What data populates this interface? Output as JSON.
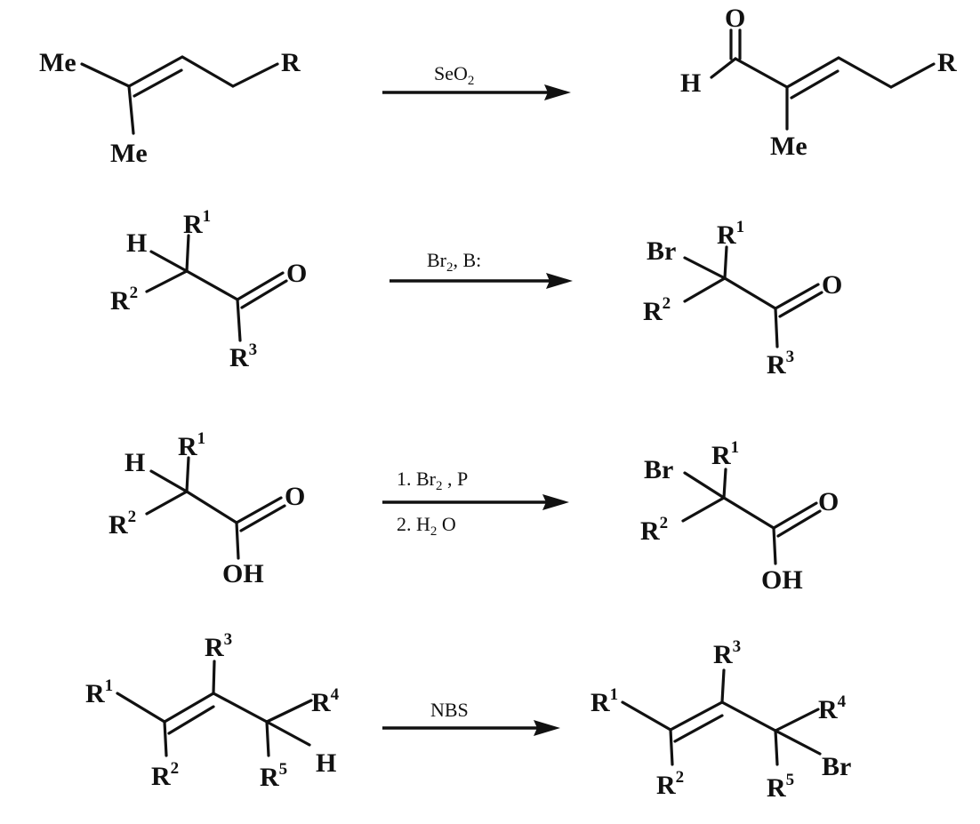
{
  "reactions": [
    {
      "reagent": "SeO",
      "reagent_sub": "2",
      "reactant": {
        "me_top": "Me",
        "me_bottom": "Me",
        "r": "R"
      },
      "product": {
        "o": "O",
        "h": "H",
        "me": "Me",
        "r": "R"
      }
    },
    {
      "reagent_part1": "Br",
      "reagent_sub": "2",
      "reagent_part2": ",  B:",
      "reactant": {
        "h": "H",
        "r": "R",
        "o": "O"
      },
      "product": {
        "br": "Br",
        "r": "R",
        "o": "O"
      }
    },
    {
      "step1": "1. Br",
      "step1_sub": "2",
      "step1_tail": " , P",
      "step2": "2. H",
      "step2_sub": "2",
      "step2_tail": " O",
      "reactant": {
        "h": "H",
        "r": "R",
        "o": "O",
        "oh": "OH"
      },
      "product": {
        "br": "Br",
        "r": "R",
        "o": "O",
        "oh": "OH"
      }
    },
    {
      "reagent": "NBS",
      "reactant": {
        "r": "R",
        "h": "H"
      },
      "product": {
        "r": "R",
        "br": "Br"
      }
    }
  ],
  "superscripts": {
    "s1": "1",
    "s2": "2",
    "s3": "3",
    "s4": "4",
    "s5": "5"
  }
}
